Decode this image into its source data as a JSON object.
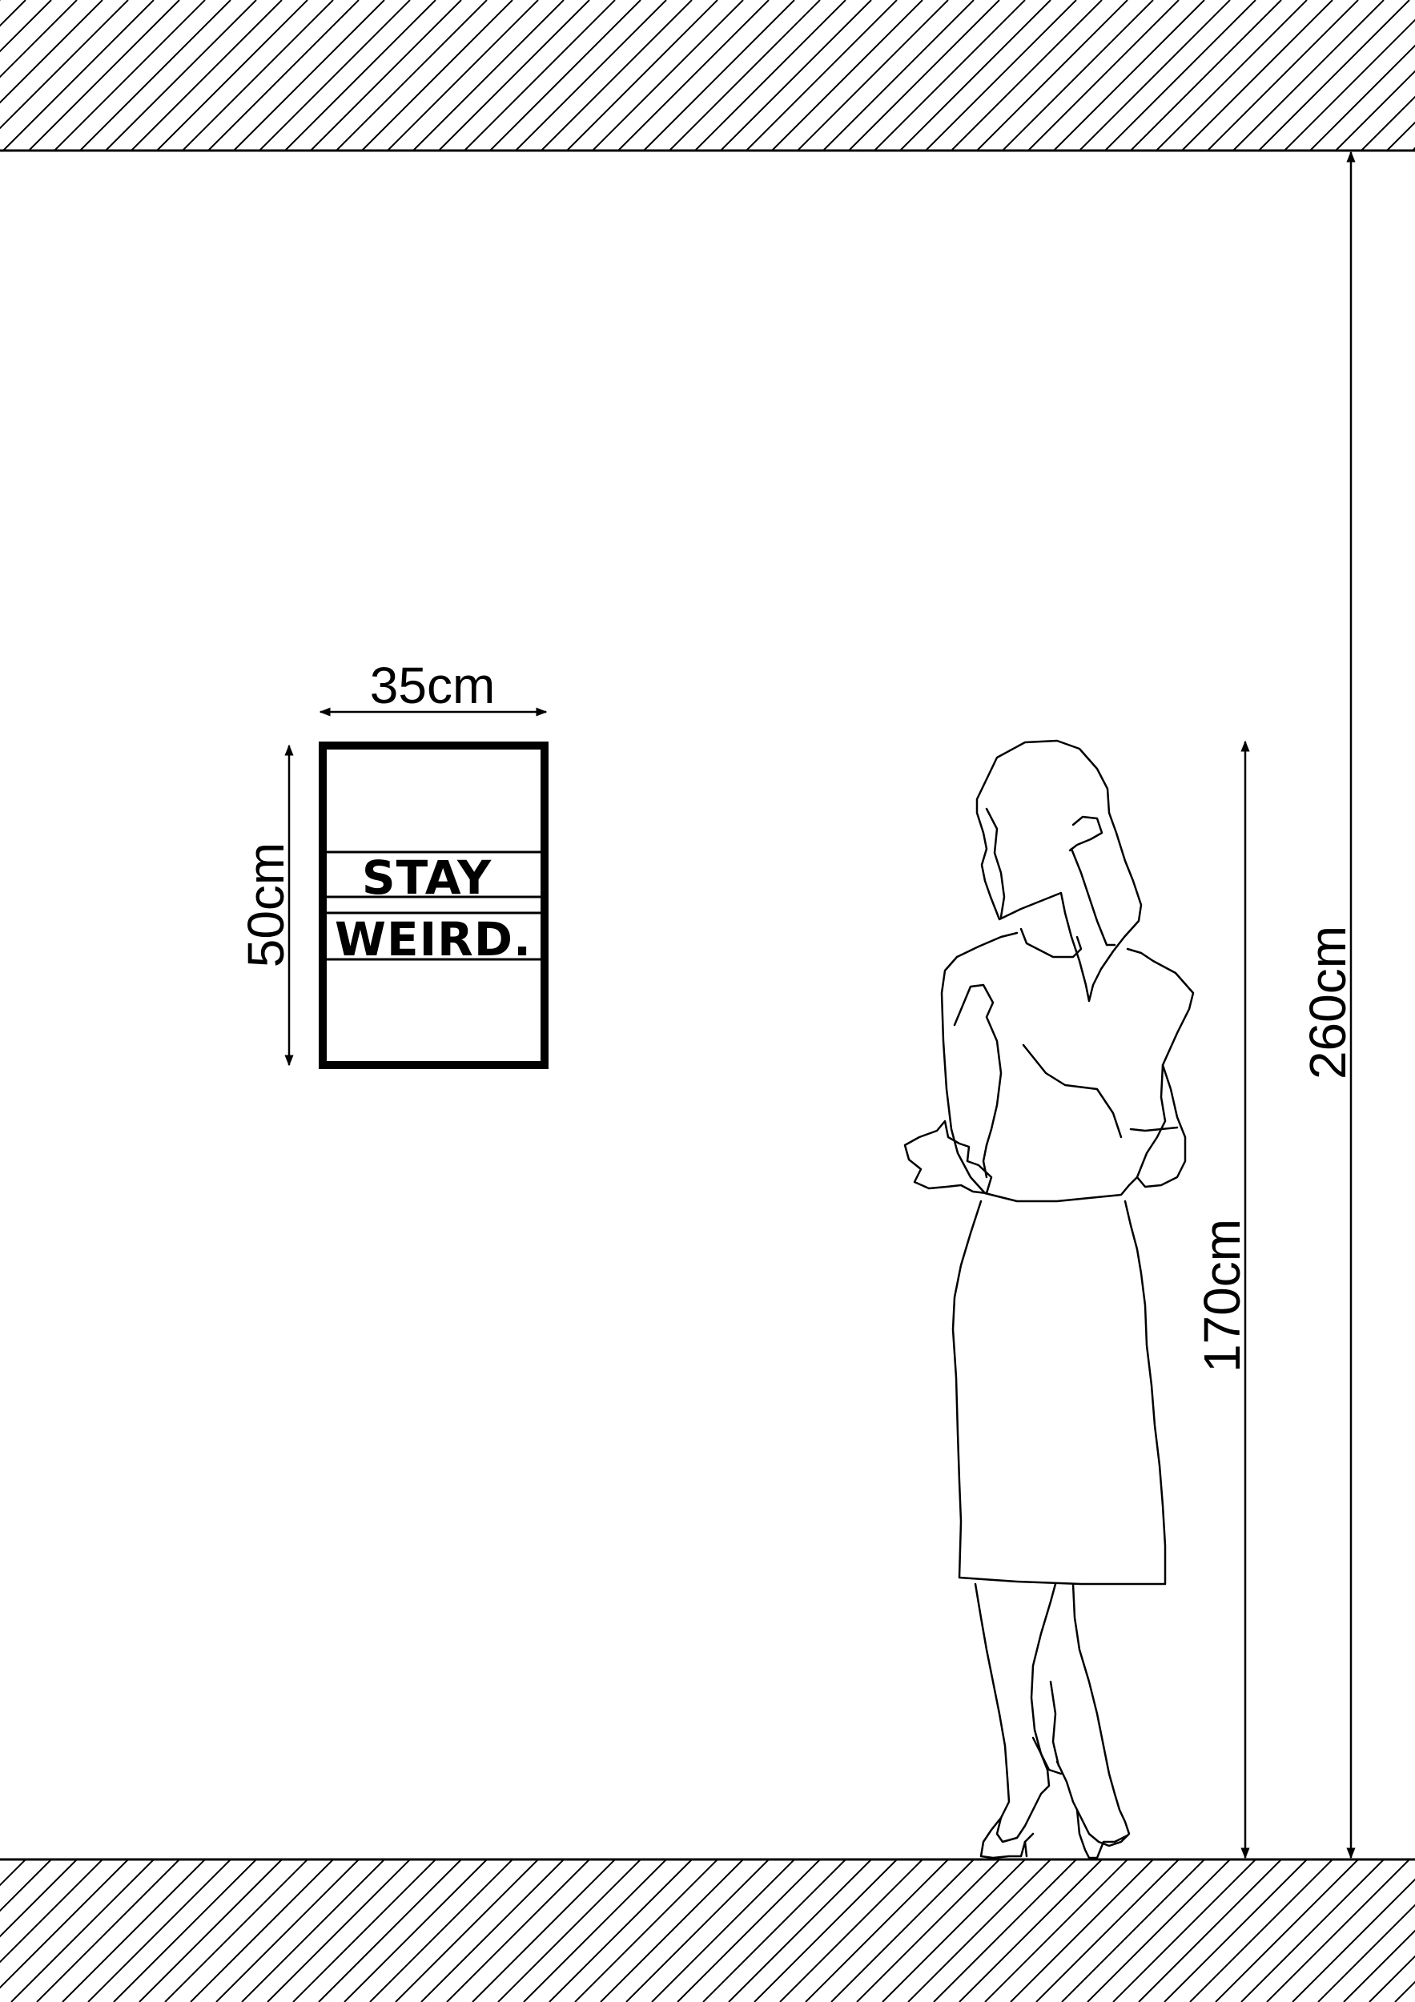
{
  "dimensions": {
    "artwork_width": "35cm",
    "artwork_height": "50cm",
    "person_height": "170cm",
    "ceiling_height": "260cm"
  },
  "artwork": {
    "line1": "STAY",
    "line2": "WEIRD."
  },
  "colors": {
    "ink": "#000000",
    "paper": "#ffffff"
  }
}
